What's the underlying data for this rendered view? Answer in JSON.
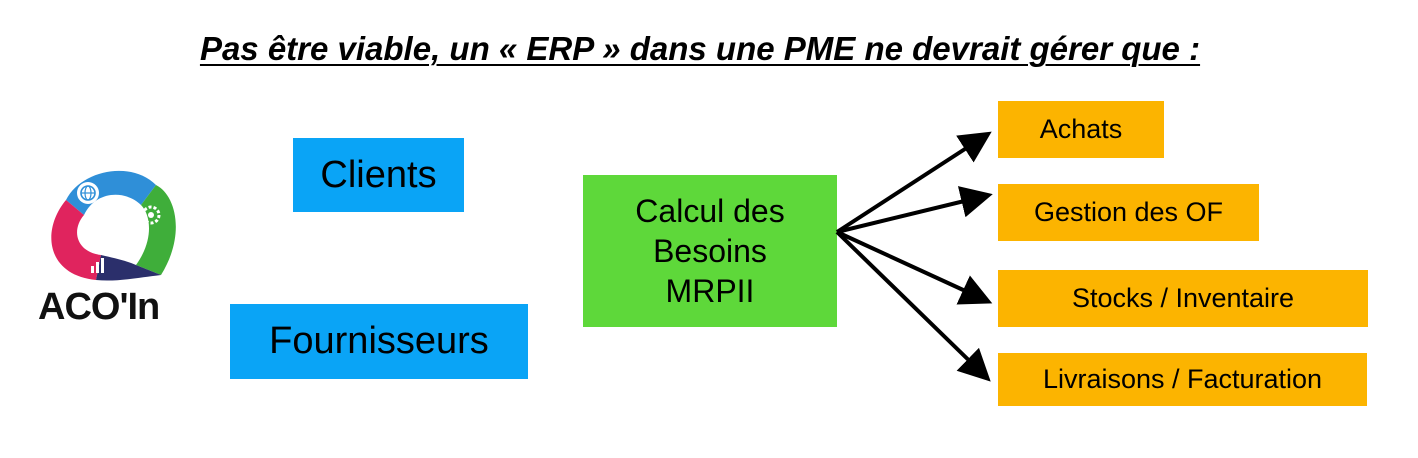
{
  "title": "Pas être viable, un « ERP » dans une PME ne devrait gérer que :",
  "logo": {
    "text": "ACO'In",
    "icons": [
      "globe-icon",
      "gear-icon",
      "bar-chart-icon"
    ],
    "colors": {
      "blue": "#2f8fd8",
      "green": "#3fae3a",
      "pink": "#e0245e",
      "navy": "#2b2f6b"
    }
  },
  "inputs": {
    "clients": "Clients",
    "fournisseurs": "Fournisseurs"
  },
  "center": {
    "line1": "Calcul des",
    "line2": "Besoins",
    "line3": "MRPII"
  },
  "outputs": {
    "achats": "Achats",
    "of": "Gestion des OF",
    "stocks": "Stocks / Inventaire",
    "livraisons": "Livraisons / Facturation"
  },
  "colors": {
    "input_boxes": "#0aa4f6",
    "center_box": "#5ed83a",
    "output_boxes": "#fcb400"
  }
}
